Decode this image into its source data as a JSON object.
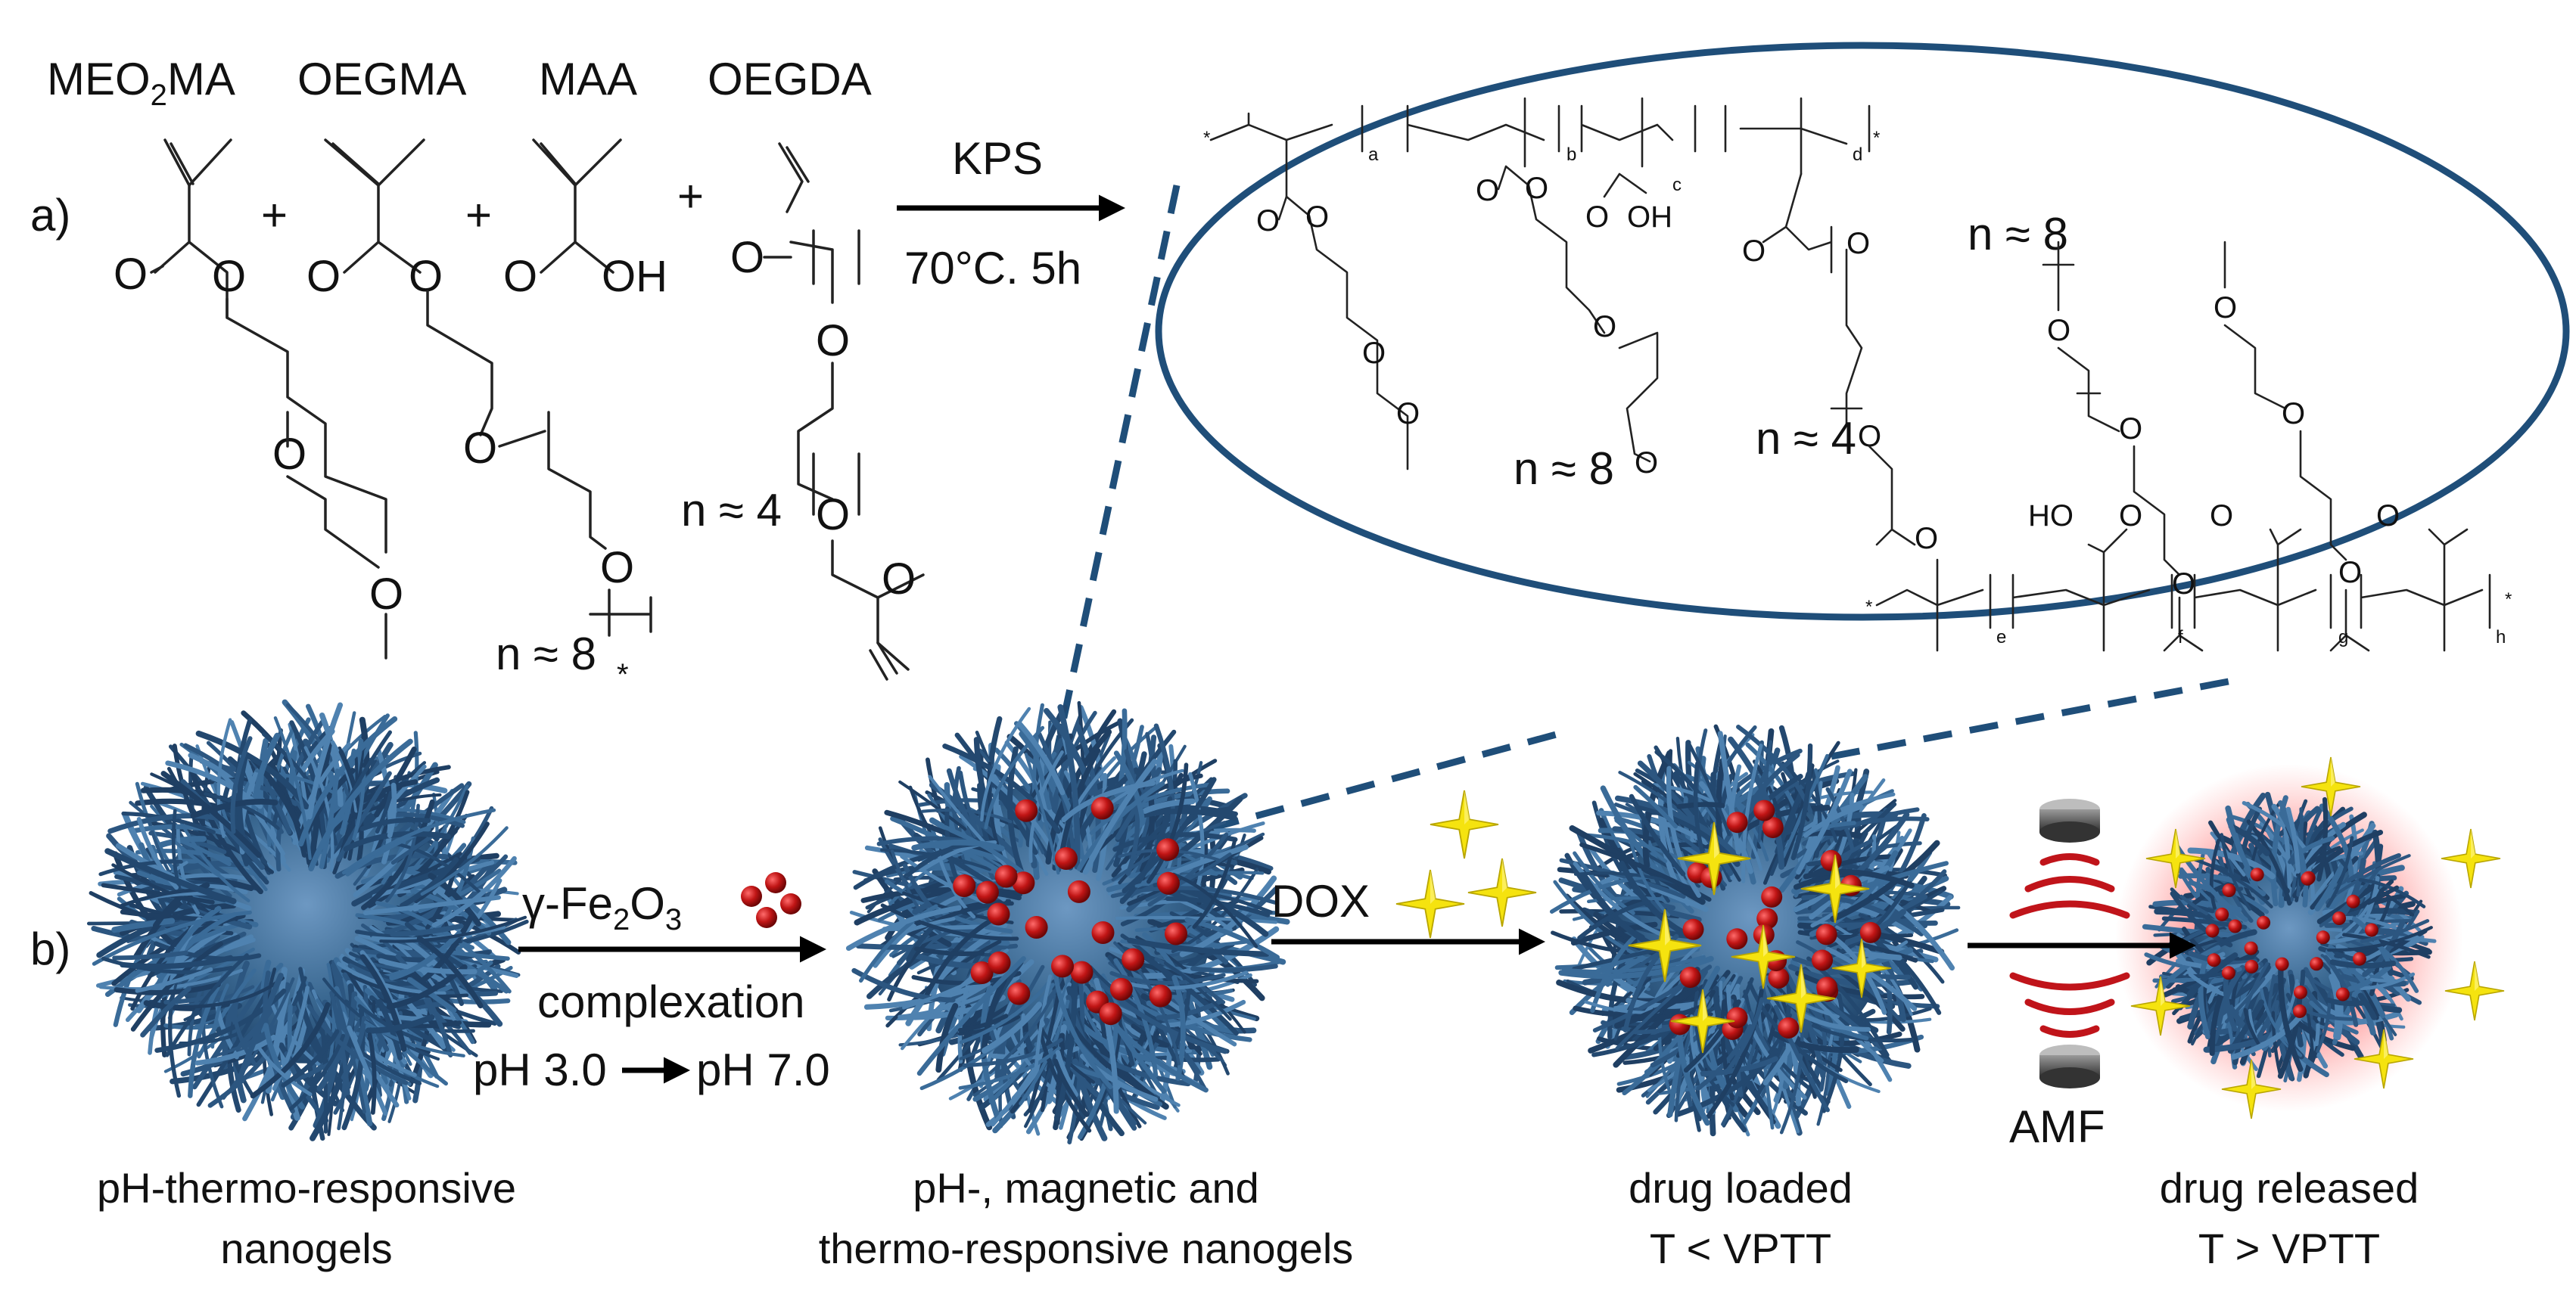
{
  "panel_a": {
    "label": "a)",
    "monomers": {
      "meo2ma": "MEO",
      "meo2ma_sub": "2",
      "meo2ma_tail": "MA",
      "oegma": "OEGMA",
      "maa": "MAA",
      "oegda": "OEGDA"
    },
    "plus": "+",
    "atom_o": "O",
    "atom_oh": "OH",
    "atom_ho": "HO",
    "star": "*",
    "oegma_n": "n ≈ 8",
    "oegda_n": "n ≈ 4",
    "reaction_top": "KPS",
    "reaction_bottom": "70°C. 5h",
    "polymer": {
      "sub_a": "a",
      "sub_b": "b",
      "sub_c": "c",
      "sub_d": "d",
      "sub_e": "e",
      "sub_f": "f",
      "sub_g": "g",
      "sub_h": "h",
      "n_top_right": "n ≈ 8",
      "n_middle": "n ≈ 8",
      "n_crosslink": "n ≈ 4"
    }
  },
  "panel_b": {
    "label": "b)",
    "step1_top_prefix": "γ-Fe",
    "step1_top_sub1": "2",
    "step1_top_mid": "O",
    "step1_top_sub2": "3",
    "step1_mid": "complexation",
    "step1_bottom_left": "pH 3.0",
    "step1_bottom_right": "pH 7.0",
    "step2_label": "DOX",
    "step3_label": "AMF",
    "captions": {
      "c1_line1": "pH-thermo-responsive",
      "c1_line2": "nanogels",
      "c2_line1": "pH-, magnetic and",
      "c2_line2": "thermo-responsive nanogels",
      "c3_line1": "drug loaded",
      "c3_line2": "T < VPTT",
      "c4_line1": "drug released",
      "c4_line2": "T > VPTT"
    }
  },
  "colors": {
    "ellipse": "#1f4e79",
    "nanogel_core": "#3f6f9c",
    "nanogel_fiber": "#2c5680",
    "nanoparticle": "#b01212",
    "dox": "#f2e10c",
    "field_waves": "#c0141a",
    "glow": "#ff4a4a"
  }
}
